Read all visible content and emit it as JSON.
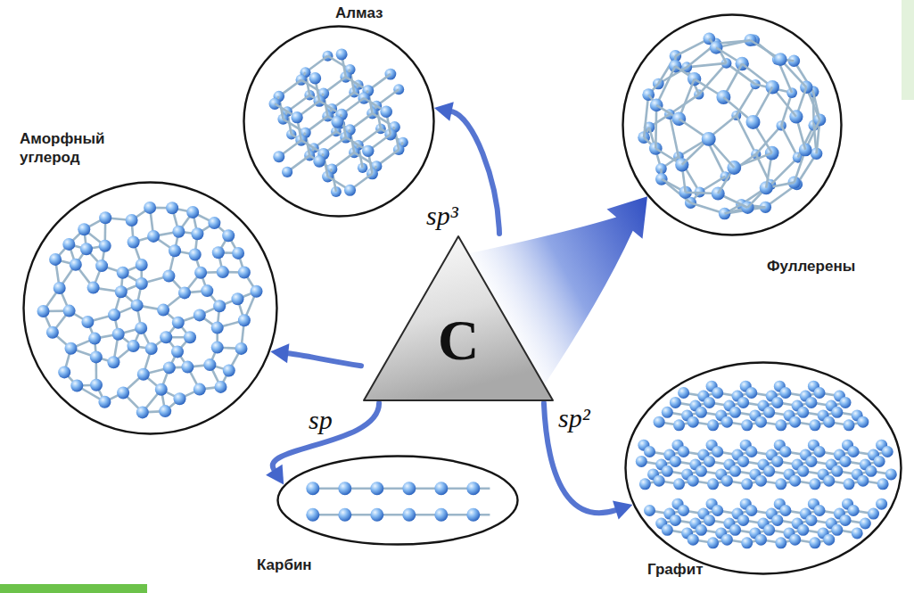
{
  "diagram": {
    "nodes": [
      {
        "text": [
          "Алмаз"
        ]
      },
      {
        "text": [
          "Фуллерены"
        ]
      },
      {
        "text": [
          "Аморфный углерод"
        ]
      },
      {
        "text": [
          "C"
        ]
      },
      {
        "text": [
          "Карбин"
        ]
      },
      {
        "text": [
          "Графит"
        ]
      }
    ],
    "edges": [
      {
        "from": 3,
        "to": 0,
        "arrow": "to"
      },
      {
        "from": 3,
        "to": 1,
        "arrow": "to"
      },
      {
        "from": 3,
        "to": 2,
        "arrow": "to"
      },
      {
        "from": 3,
        "to": 4,
        "arrow": "to"
      },
      {
        "from": 3,
        "to": 5,
        "arrow": "to"
      }
    ],
    "labels": [
      "sp³",
      "sp",
      "sp²"
    ]
  }
}
